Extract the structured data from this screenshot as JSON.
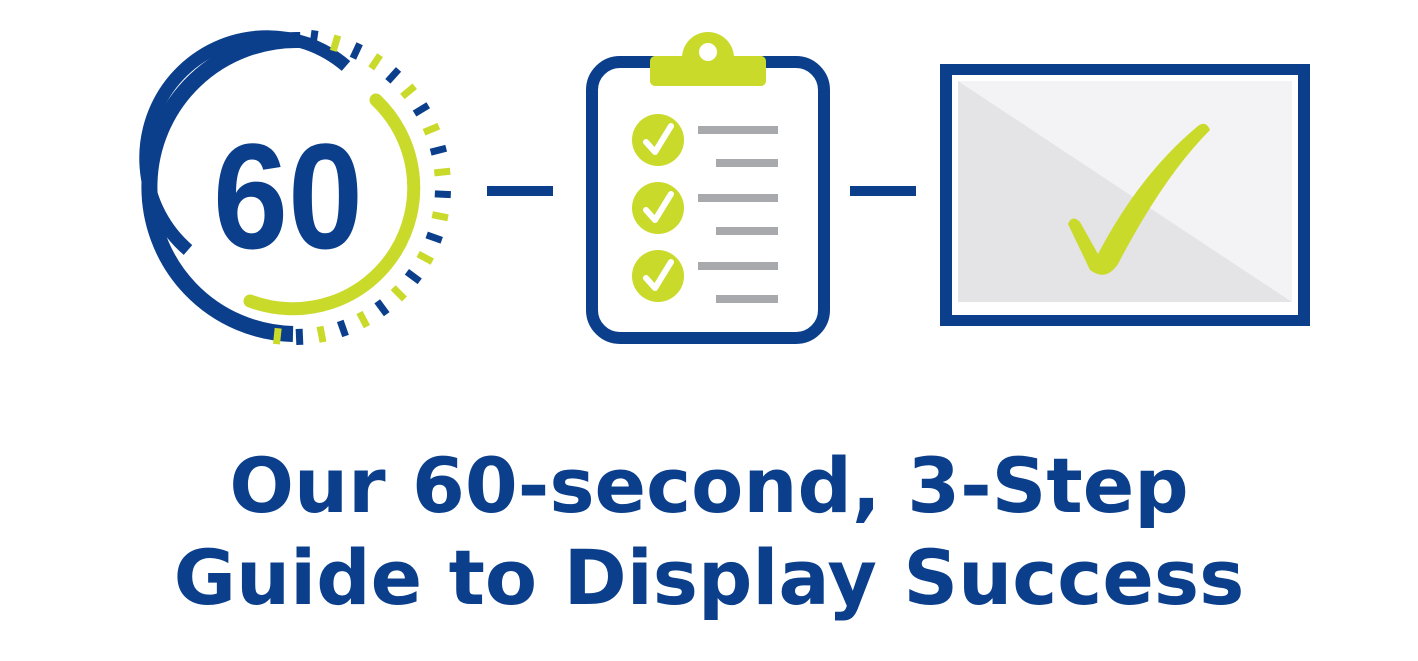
{
  "timer": {
    "number": "60",
    "icon": "stopwatch-60-icon"
  },
  "clipboard": {
    "icon": "checklist-clipboard-icon",
    "check_mark": "✓"
  },
  "monitor": {
    "icon": "display-checkmark-icon",
    "check_mark": "✓"
  },
  "headline": {
    "line1": "Our 60-second, 3-Step",
    "line2": "Guide to Display Success"
  },
  "colors": {
    "navy": "#0b3f8c",
    "lime": "#c9da2b",
    "gray": "#a7a9ac",
    "panel_light": "#f2f2f4",
    "panel_dark": "#e3e3e6"
  }
}
